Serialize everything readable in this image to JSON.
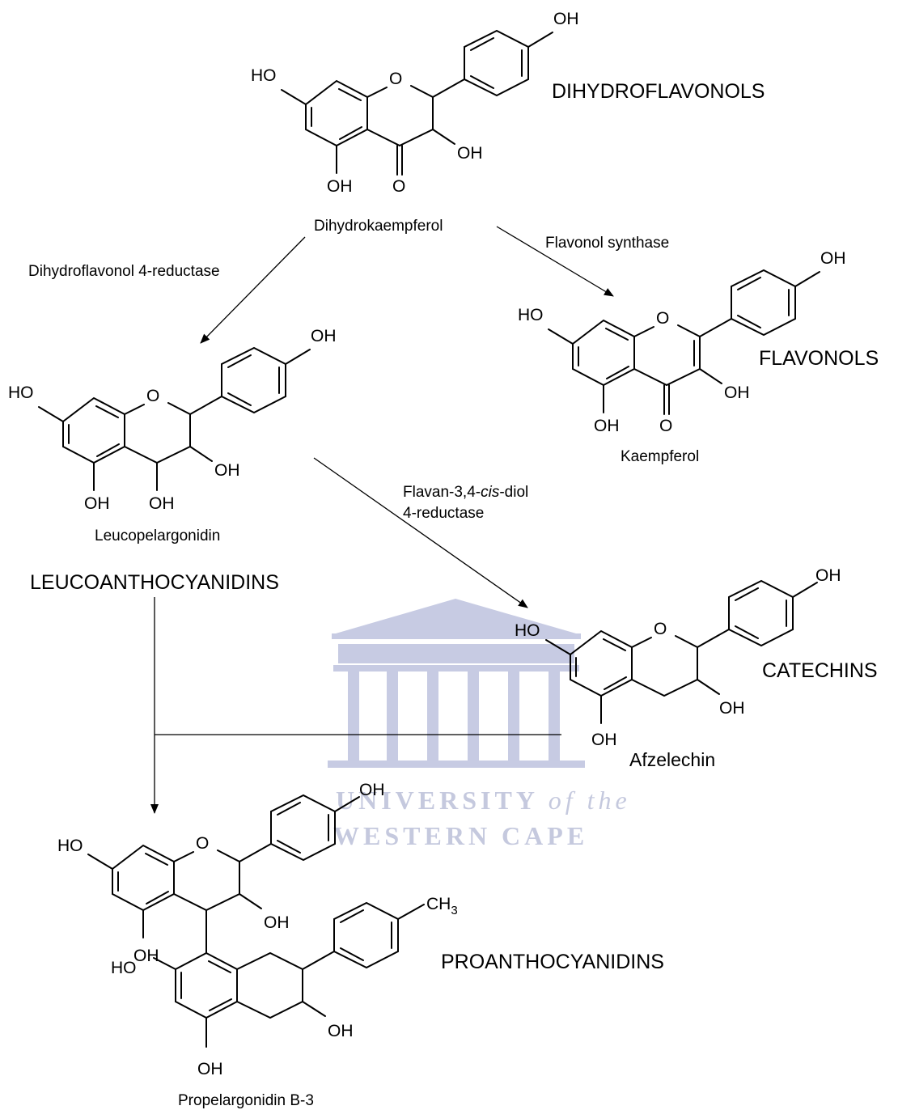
{
  "classes": {
    "dihydroflavonols": "DIHYDROFLAVONOLS",
    "flavonols": "FLAVONOLS",
    "leucoanthocyanidins": "LEUCOANTHOCYANIDINS",
    "catechins": "CATECHINS",
    "proanthocyanidins": "PROANTHOCYANIDINS"
  },
  "compounds": {
    "dihydrokaempferol": "Dihydrokaempferol",
    "kaempferol": "Kaempferol",
    "leucopelargonidin": "Leucopelargonidin",
    "afzelechin": "Afzelechin",
    "propelargonidin": "Propelargonidin B-3"
  },
  "enzymes": {
    "dfr": "Dihydroflavonol 4-reductase",
    "fls": "Flavonol synthase",
    "lar_line1_a": "Flavan-3,4-",
    "lar_line1_b": "cis",
    "lar_line1_c": "-diol",
    "lar_line2": "4-reductase"
  },
  "atoms": {
    "oh": "OH",
    "ho": "HO",
    "o": "O",
    "ch3_c": "CH",
    "ch3_sub": "3"
  },
  "watermark": {
    "line1a": "UNIVERSITY",
    "line1b": "of the",
    "line2": "WESTERN CAPE"
  }
}
